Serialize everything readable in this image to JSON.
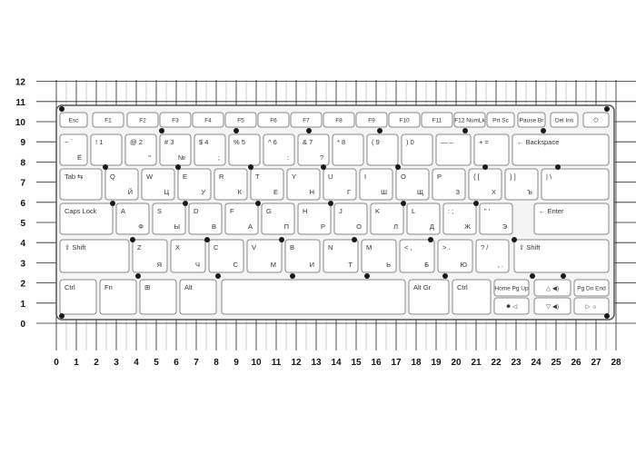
{
  "axes": {
    "x_ticks": [
      "0",
      "1",
      "2",
      "3",
      "4",
      "5",
      "6",
      "7",
      "8",
      "9",
      "10",
      "11",
      "12",
      "13",
      "14",
      "15",
      "16",
      "17",
      "18",
      "19",
      "20",
      "21",
      "22",
      "23",
      "24",
      "25",
      "26",
      "27",
      "28"
    ],
    "y_ticks": [
      "12",
      "11",
      "10",
      "9",
      "8",
      "7",
      "6",
      "5",
      "4",
      "3",
      "2",
      "1",
      "0"
    ]
  },
  "keyboard": {
    "keys": [
      {
        "id": "esc",
        "l": "Esc"
      },
      {
        "id": "f1",
        "l": "F1"
      },
      {
        "id": "f2",
        "l": "F2"
      },
      {
        "id": "f3",
        "l": "F3"
      },
      {
        "id": "f4",
        "l": "F4"
      },
      {
        "id": "f5",
        "l": "F5"
      },
      {
        "id": "f6",
        "l": "F6"
      },
      {
        "id": "f7",
        "l": "F7"
      },
      {
        "id": "f8",
        "l": "F8"
      },
      {
        "id": "f9",
        "l": "F9"
      },
      {
        "id": "f10",
        "l": "F10"
      },
      {
        "id": "f11",
        "l": "F11"
      },
      {
        "id": "f12",
        "l": "F12 NumLk"
      },
      {
        "id": "prtsc",
        "l": "Prt Sc"
      },
      {
        "id": "pause",
        "l": "Pause Br"
      },
      {
        "id": "del",
        "l": "Del Ins"
      },
      {
        "id": "power",
        "l": "⏻"
      },
      {
        "id": "tilde",
        "l": "~ `",
        "c": "Ё"
      },
      {
        "id": "d1",
        "l": "! 1"
      },
      {
        "id": "d2",
        "l": "@ 2",
        "c": "\""
      },
      {
        "id": "d3",
        "l": "# 3",
        "c": "№"
      },
      {
        "id": "d4",
        "l": "$ 4",
        "c": ";"
      },
      {
        "id": "d5",
        "l": "% 5"
      },
      {
        "id": "d6",
        "l": "^ 6",
        "c": ":"
      },
      {
        "id": "d7",
        "l": "& 7",
        "c": "?"
      },
      {
        "id": "d8",
        "l": "* 8"
      },
      {
        "id": "d9",
        "l": "( 9"
      },
      {
        "id": "d0",
        "l": ") 0"
      },
      {
        "id": "minus",
        "l": "— –"
      },
      {
        "id": "equal",
        "l": "+ ="
      },
      {
        "id": "backspace",
        "l": "← Backspace"
      },
      {
        "id": "tab",
        "l": "Tab ⇆"
      },
      {
        "id": "q",
        "l": "Q",
        "c": "Й"
      },
      {
        "id": "w",
        "l": "W",
        "c": "Ц"
      },
      {
        "id": "e",
        "l": "E",
        "c": "У"
      },
      {
        "id": "r",
        "l": "R",
        "c": "К"
      },
      {
        "id": "t",
        "l": "T",
        "c": "Е"
      },
      {
        "id": "y",
        "l": "Y",
        "c": "Н"
      },
      {
        "id": "u",
        "l": "U",
        "c": "Г"
      },
      {
        "id": "i",
        "l": "I",
        "c": "Ш"
      },
      {
        "id": "o",
        "l": "O",
        "c": "Щ"
      },
      {
        "id": "p",
        "l": "P",
        "c": "З"
      },
      {
        "id": "lbr",
        "l": "{ [",
        "c": "Х"
      },
      {
        "id": "rbr",
        "l": "} ]",
        "c": "Ъ"
      },
      {
        "id": "bslash",
        "l": "| \\"
      },
      {
        "id": "caps",
        "l": "Caps Lock"
      },
      {
        "id": "a",
        "l": "A",
        "c": "Ф"
      },
      {
        "id": "s",
        "l": "S",
        "c": "Ы"
      },
      {
        "id": "d",
        "l": "D",
        "c": "В"
      },
      {
        "id": "f",
        "l": "F",
        "c": "А"
      },
      {
        "id": "g",
        "l": "G",
        "c": "П"
      },
      {
        "id": "h",
        "l": "H",
        "c": "Р"
      },
      {
        "id": "j",
        "l": "J",
        "c": "О"
      },
      {
        "id": "k",
        "l": "K",
        "c": "Л"
      },
      {
        "id": "l",
        "l": "L",
        "c": "Д"
      },
      {
        "id": "semi",
        "l": ": ;",
        "c": "Ж"
      },
      {
        "id": "quote",
        "l": "\" '",
        "c": "Э"
      },
      {
        "id": "enter",
        "l": "← Enter"
      },
      {
        "id": "lshift",
        "l": "⇧ Shift"
      },
      {
        "id": "z",
        "l": "Z",
        "c": "Я"
      },
      {
        "id": "x",
        "l": "X",
        "c": "Ч"
      },
      {
        "id": "cc",
        "l": "C",
        "c": "С"
      },
      {
        "id": "v",
        "l": "V",
        "c": "М"
      },
      {
        "id": "b",
        "l": "B",
        "c": "И"
      },
      {
        "id": "n",
        "l": "N",
        "c": "Т"
      },
      {
        "id": "m",
        "l": "M",
        "c": "Ь"
      },
      {
        "id": "comma",
        "l": "< ,",
        "c": "Б"
      },
      {
        "id": "period",
        "l": "> .",
        "c": "Ю"
      },
      {
        "id": "slash",
        "l": "? /",
        "c": ", ."
      },
      {
        "id": "rshift",
        "l": "⇧ Shift"
      },
      {
        "id": "lctrl",
        "l": "Ctrl"
      },
      {
        "id": "fn",
        "l": "Fn"
      },
      {
        "id": "win",
        "l": "⊞"
      },
      {
        "id": "lalt",
        "l": "Alt"
      },
      {
        "id": "space",
        "l": ""
      },
      {
        "id": "altgr",
        "l": "Alt Gr"
      },
      {
        "id": "rctrl",
        "l": "Ctrl"
      },
      {
        "id": "home",
        "l": "Home Pg Up"
      },
      {
        "id": "up",
        "l": "△ ◀)"
      },
      {
        "id": "pgdn",
        "l": "Pg Dn End"
      },
      {
        "id": "left",
        "l": "✹ ◁"
      },
      {
        "id": "down",
        "l": "▽ ◀)"
      },
      {
        "id": "right",
        "l": "▷ ☼"
      }
    ]
  }
}
